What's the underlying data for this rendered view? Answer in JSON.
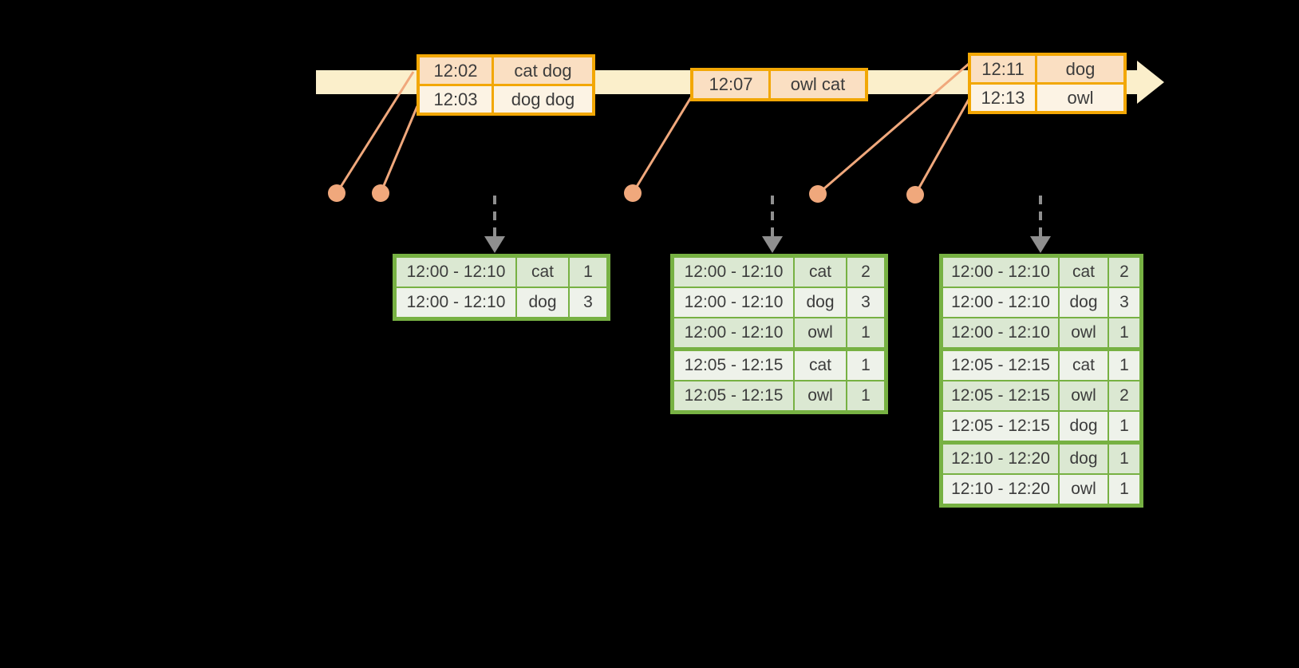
{
  "colors": {
    "background": "#000000",
    "timeline-cream": "#FBEFCB",
    "event-amber": "#F2A705",
    "event-peach-dark": "#FADFC2",
    "event-peach-light": "#FCF3E4",
    "connector-orange": "#F0A87C",
    "result-green": "#77B143",
    "result-row-dark": "#DBE8D2",
    "result-row-light": "#EEF2EA",
    "trigger-gray": "#8F8F8F",
    "ink": "#3C3C3C"
  },
  "timeline": {
    "event_tables": [
      {
        "rows": [
          [
            "12:02",
            "cat dog"
          ],
          [
            "12:03",
            "dog dog"
          ]
        ],
        "group_starts": []
      },
      {
        "rows": [
          [
            "12:07",
            "owl cat"
          ]
        ],
        "group_starts": []
      },
      {
        "rows": [
          [
            "12:11",
            "dog"
          ],
          [
            "12:13",
            "owl"
          ]
        ],
        "group_starts": []
      }
    ]
  },
  "results": {
    "tables": [
      {
        "rows": [
          [
            "12:00 - 12:10",
            "cat",
            "1"
          ],
          [
            "12:00 - 12:10",
            "dog",
            "3"
          ]
        ],
        "group_starts": []
      },
      {
        "rows": [
          [
            "12:00 - 12:10",
            "cat",
            "2"
          ],
          [
            "12:00 - 12:10",
            "dog",
            "3"
          ],
          [
            "12:00 - 12:10",
            "owl",
            "1"
          ],
          [
            "12:05 - 12:15",
            "cat",
            "1"
          ],
          [
            "12:05 - 12:15",
            "owl",
            "1"
          ]
        ],
        "group_starts": [
          3
        ]
      },
      {
        "rows": [
          [
            "12:00 - 12:10",
            "cat",
            "2"
          ],
          [
            "12:00 - 12:10",
            "dog",
            "3"
          ],
          [
            "12:00 - 12:10",
            "owl",
            "1"
          ],
          [
            "12:05 - 12:15",
            "cat",
            "1"
          ],
          [
            "12:05 - 12:15",
            "owl",
            "2"
          ],
          [
            "12:05 - 12:15",
            "dog",
            "1"
          ],
          [
            "12:10 - 12:20",
            "dog",
            "1"
          ],
          [
            "12:10 - 12:20",
            "owl",
            "1"
          ]
        ],
        "group_starts": [
          3,
          6
        ]
      }
    ]
  }
}
